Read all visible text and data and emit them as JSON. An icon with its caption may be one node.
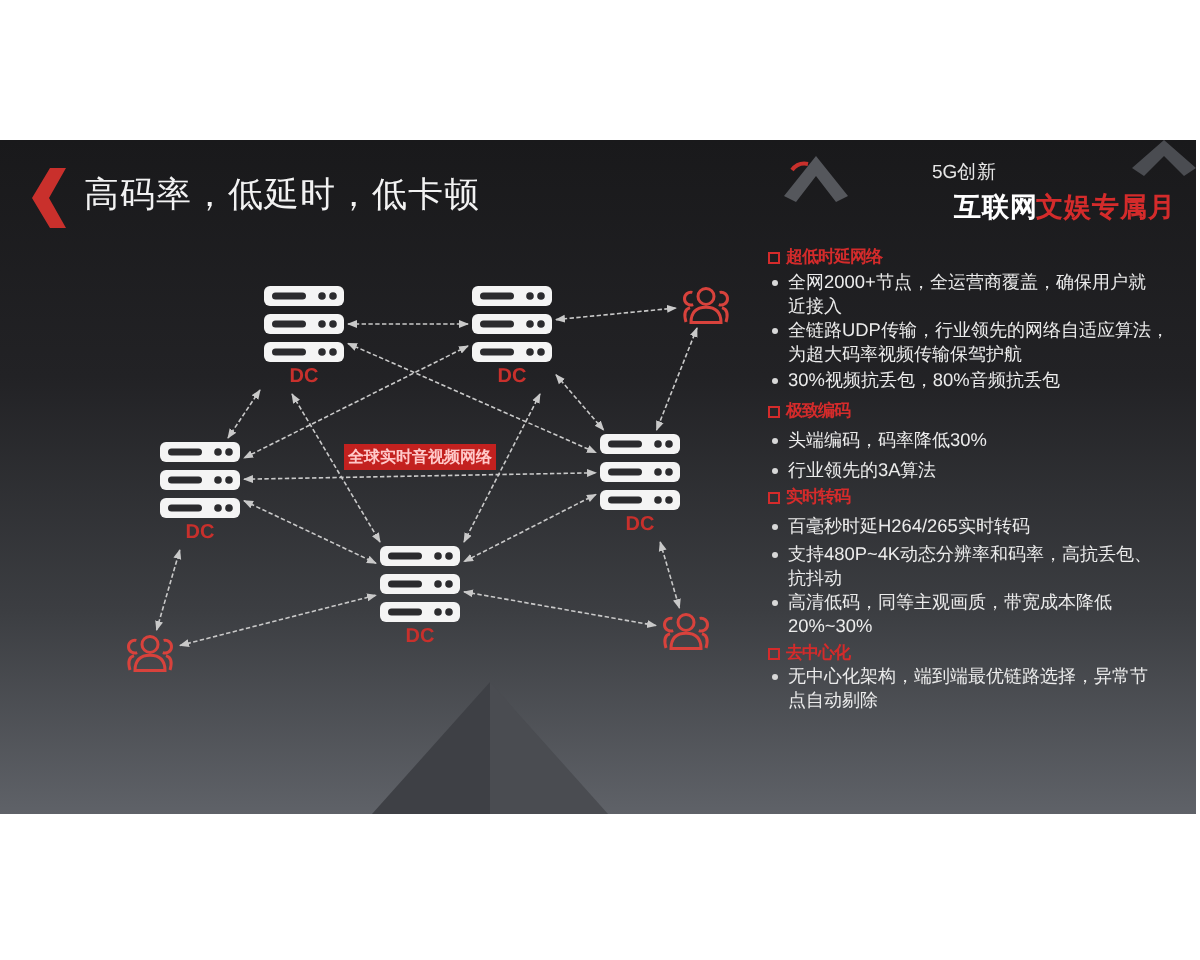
{
  "diagram": {
    "title": "高码率，低延时，低卡顿",
    "nodes": [
      {
        "text": [
          "DC"
        ]
      },
      {
        "text": [
          "DC"
        ]
      },
      {
        "text": [],
        "shape": "person"
      },
      {
        "text": [
          "DC"
        ]
      },
      {
        "text": [
          "全球实时音视频网络"
        ]
      },
      {
        "text": [
          "DC"
        ]
      },
      {
        "text": [
          "DC"
        ]
      },
      {
        "text": [],
        "shape": "person"
      },
      {
        "text": [],
        "shape": "person"
      }
    ],
    "edges": [
      {
        "from": 0,
        "to": 1,
        "arrow": "both"
      },
      {
        "from": 1,
        "to": 2,
        "arrow": "both"
      },
      {
        "from": 0,
        "to": 3,
        "arrow": "both"
      },
      {
        "from": 1,
        "to": 5,
        "arrow": "both"
      },
      {
        "from": 2,
        "to": 5,
        "arrow": "both"
      },
      {
        "from": 0,
        "to": 5,
        "arrow": "both"
      },
      {
        "from": 0,
        "to": 6,
        "arrow": "both"
      },
      {
        "from": 1,
        "to": 3,
        "arrow": "both"
      },
      {
        "from": 1,
        "to": 6,
        "arrow": "both"
      },
      {
        "from": 3,
        "to": 5,
        "arrow": "both"
      },
      {
        "from": 3,
        "to": 6,
        "arrow": "both"
      },
      {
        "from": 7,
        "to": 3,
        "arrow": "both"
      },
      {
        "from": 7,
        "to": 6,
        "arrow": "both"
      },
      {
        "from": 5,
        "to": 6,
        "arrow": "both"
      },
      {
        "from": 6,
        "to": 8,
        "arrow": "both"
      },
      {
        "from": 5,
        "to": 8,
        "arrow": "both"
      }
    ],
    "labels": [
      "5G创新",
      "互联网",
      "文娱专属月",
      "超低时延网络",
      "全网2000+节点，全运营商覆盖，确保用户就近接入",
      "全链路UDP传输，行业领先的网络自适应算法，为超大码率视频传输保驾护航",
      "30%视频抗丢包，80%音频抗丢包",
      "极致编码",
      "头端编码，码率降低30%",
      "行业领先的3A算法",
      "实时转码",
      "百毫秒时延H264/265实时转码",
      "支持480P~4K动态分辨率和码率，高抗丢包、抗抖动",
      "高清低码，同等主观画质，带宽成本降低20%~30%",
      "去中心化",
      "无中心化架构，端到端最优链路选择，异常节点自动剔除"
    ]
  }
}
